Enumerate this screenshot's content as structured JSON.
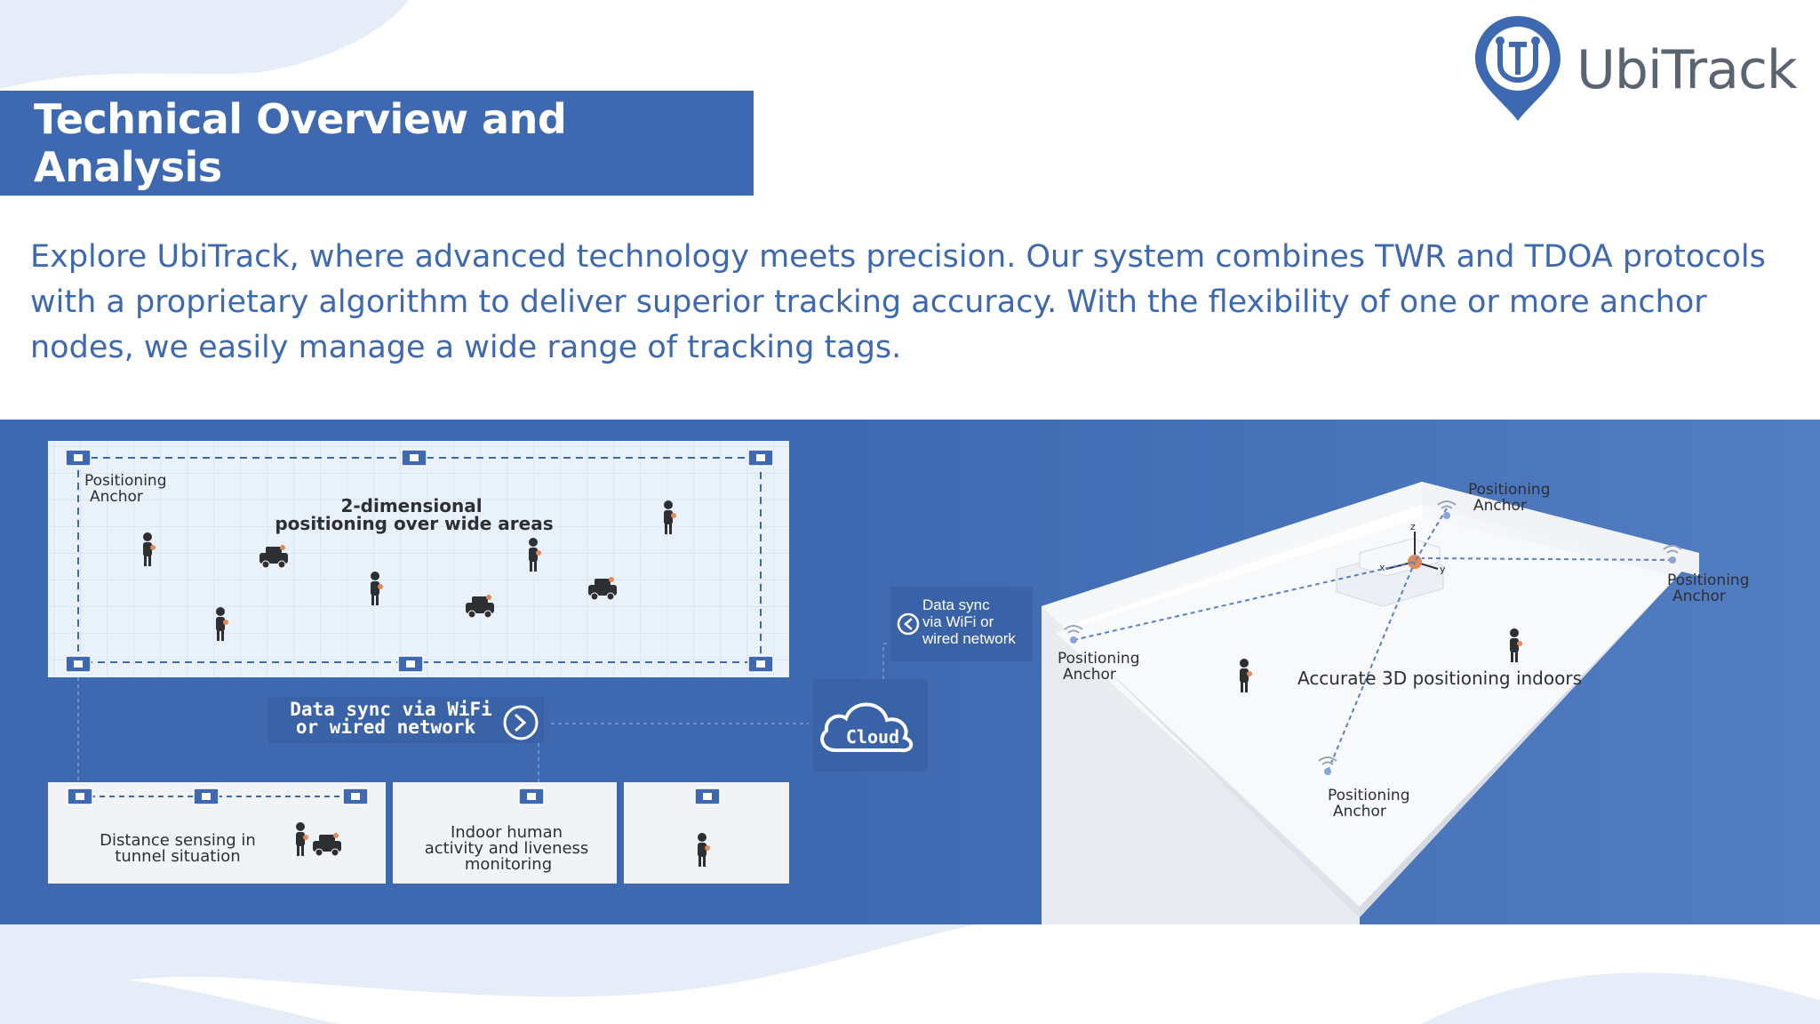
{
  "slide": {
    "title": "Technical Overview and Analysis",
    "intro": "Explore UbiTrack, where advanced technology meets precision. Our system combines TWR and TDOA protocols with a proprietary algorithm to deliver superior tracking accuracy. With the flexibility of one or more anchor nodes, we easily manage a wide range of tracking tags."
  },
  "logo": {
    "text": "UbiTrack",
    "icon": "location-pin-logo-icon"
  },
  "diagram": {
    "left_panel": {
      "anchor_label_line1": "Positioning",
      "anchor_label_line2": "Anchor",
      "heading_line1": "2-dimensional",
      "heading_line2": "positioning over wide areas"
    },
    "sync_left_line1": "Data sync via WiFi",
    "sync_left_line2": "or wired network",
    "cloud_label": "Cloud",
    "sync_right_line1": "Data sync",
    "sync_right_line2": "via WiFi or",
    "sync_right_line3": "wired network",
    "bottom_panels": {
      "tunnel_line1": "Distance sensing in",
      "tunnel_line2": "tunnel situation",
      "indoor_line1": "Indoor human",
      "indoor_line2": "activity and liveness",
      "indoor_line3": "monitoring"
    },
    "room": {
      "anchor_line1": "Positioning",
      "anchor_line2": "Anchor",
      "heading": "Accurate 3D positioning indoors",
      "axis_x": "x",
      "axis_y": "y",
      "axis_z": "z"
    }
  },
  "colors": {
    "primary_blue": "#3e68b0",
    "light_blob": "#e7edf8",
    "text_blue": "#3e68b0"
  }
}
